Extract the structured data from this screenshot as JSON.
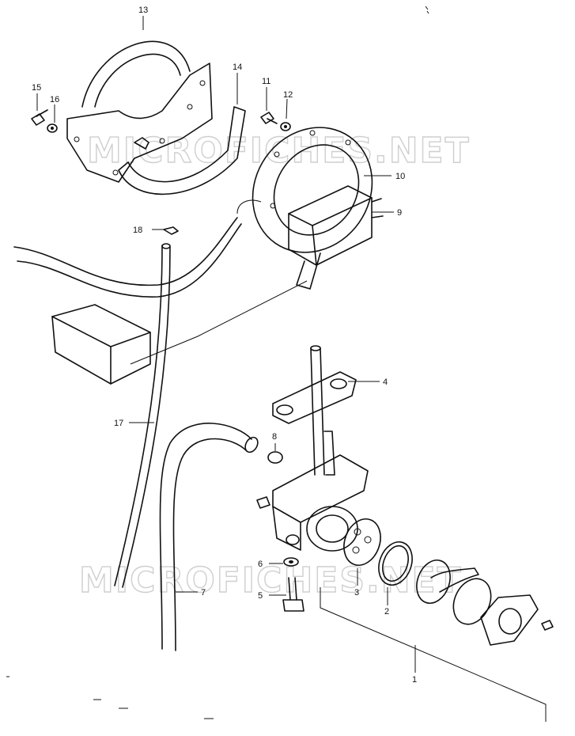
{
  "watermarks": [
    "MICROFICHES.NET",
    "MICROFICHES.NET"
  ],
  "callouts": [
    {
      "id": "c13",
      "text": "13"
    },
    {
      "id": "c14",
      "text": "14"
    },
    {
      "id": "c15",
      "text": "15"
    },
    {
      "id": "c16",
      "text": "16"
    },
    {
      "id": "c11",
      "text": "11"
    },
    {
      "id": "c12",
      "text": "12"
    },
    {
      "id": "c10",
      "text": "10"
    },
    {
      "id": "c9",
      "text": "9"
    },
    {
      "id": "c18",
      "text": "18"
    },
    {
      "id": "c4",
      "text": "4"
    },
    {
      "id": "c17",
      "text": "17"
    },
    {
      "id": "c8",
      "text": "8"
    },
    {
      "id": "c6",
      "text": "6"
    },
    {
      "id": "c5",
      "text": "5"
    },
    {
      "id": "c7",
      "text": "7"
    },
    {
      "id": "c3",
      "text": "3"
    },
    {
      "id": "c2",
      "text": "2"
    },
    {
      "id": "c1",
      "text": "1"
    }
  ]
}
